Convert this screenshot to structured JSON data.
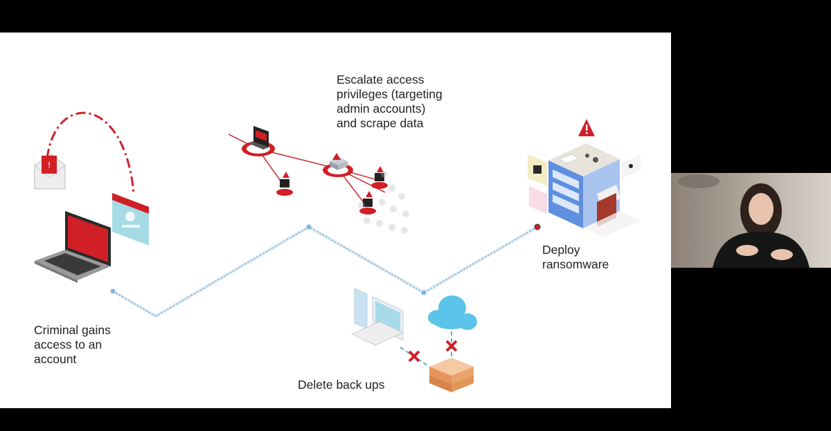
{
  "slide": {
    "labels": {
      "escalate": "Escalate access\nprivileges (targeting\nadmin accounts)\nand scrape data",
      "deploy": "Deploy\nransomware",
      "criminal": "Criminal gains\naccess to an\naccount",
      "delete": "Delete back ups"
    }
  },
  "colors": {
    "accent_red": "#d11f26",
    "path_blue": "#7cb6de",
    "cloud_blue": "#5cc3ea",
    "backup_orange": "#eba36b"
  },
  "icons": [
    "laptop-icon",
    "email-icon",
    "login-window-icon",
    "hacker-computer-icon",
    "server-icon",
    "user-icon",
    "building-icon",
    "warning-icon",
    "tablet-icon",
    "monitor-icon",
    "cloud-icon",
    "backup-stack-icon",
    "blocked-x-icon"
  ]
}
